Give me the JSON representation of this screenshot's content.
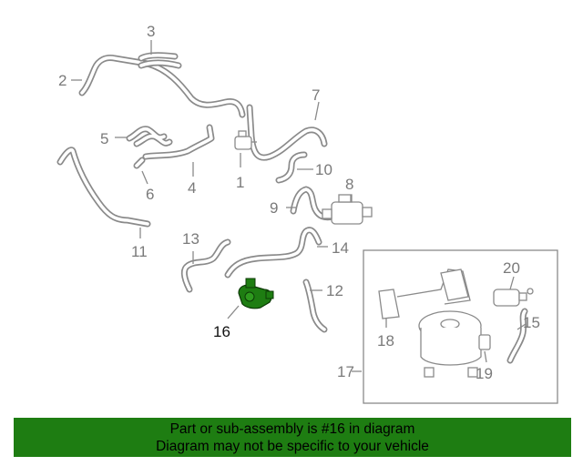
{
  "diagram": {
    "callouts": {
      "c1": "1",
      "c2": "2",
      "c3": "3",
      "c4": "4",
      "c5": "5",
      "c6": "6",
      "c7": "7",
      "c8": "8",
      "c9": "9",
      "c10": "10",
      "c11": "11",
      "c12": "12",
      "c13": "13",
      "c14": "14",
      "c15": "15",
      "c16": "16",
      "c17": "17",
      "c18": "18",
      "c19": "19",
      "c20": "20"
    },
    "highlight_color": "#1e7d12",
    "line_color": "#8a8a8a"
  },
  "banner": {
    "line1": "Part or sub-assembly is #16 in diagram",
    "line2": "Diagram may not be specific to your vehicle",
    "background": "#1e7d12"
  }
}
